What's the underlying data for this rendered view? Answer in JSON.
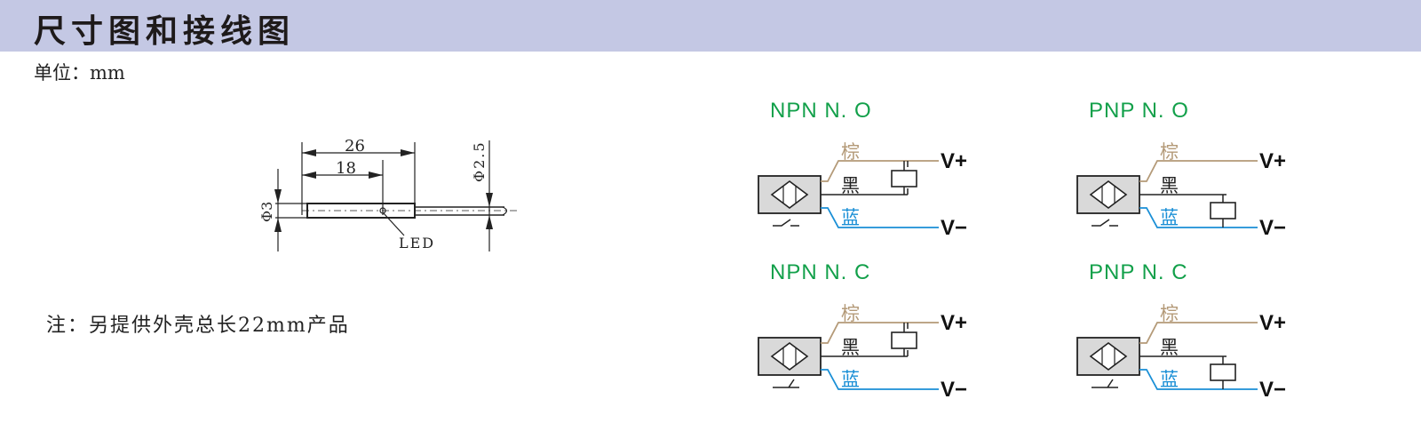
{
  "header": {
    "title": "尺寸图和接线图",
    "background": "#c4c8e4"
  },
  "unit_label": "单位：mm",
  "note": "注：另提供外壳总长22mm产品",
  "dimension_drawing": {
    "total_length": "26",
    "led_position": "18",
    "body_diameter": "Φ3",
    "cable_diameter": "Φ2.5",
    "led_label": "LED"
  },
  "colors": {
    "title_green": "#12a04a",
    "brown_wire": "#b49a78",
    "black_wire": "#222222",
    "blue_wire": "#1a8fd6",
    "sensor_fill": "#d9d9d9"
  },
  "wiring_diagrams": [
    {
      "title": "NPN  N. O",
      "type": "NPN",
      "contact": "NO",
      "load_side": "top",
      "wires": {
        "brown": "棕",
        "black": "黑",
        "blue": "蓝"
      },
      "v_plus": "V+",
      "v_minus": "V−"
    },
    {
      "title": "PNP  N. O",
      "type": "PNP",
      "contact": "NO",
      "load_side": "bottom",
      "wires": {
        "brown": "棕",
        "black": "黑",
        "blue": "蓝"
      },
      "v_plus": "V+",
      "v_minus": "V−"
    },
    {
      "title": "NPN  N. C",
      "type": "NPN",
      "contact": "NC",
      "load_side": "top",
      "wires": {
        "brown": "棕",
        "black": "黑",
        "blue": "蓝"
      },
      "v_plus": "V+",
      "v_minus": "V−"
    },
    {
      "title": "PNP  N. C",
      "type": "PNP",
      "contact": "NC",
      "load_side": "bottom",
      "wires": {
        "brown": "棕",
        "black": "黑",
        "blue": "蓝"
      },
      "v_plus": "V+",
      "v_minus": "V−"
    }
  ]
}
